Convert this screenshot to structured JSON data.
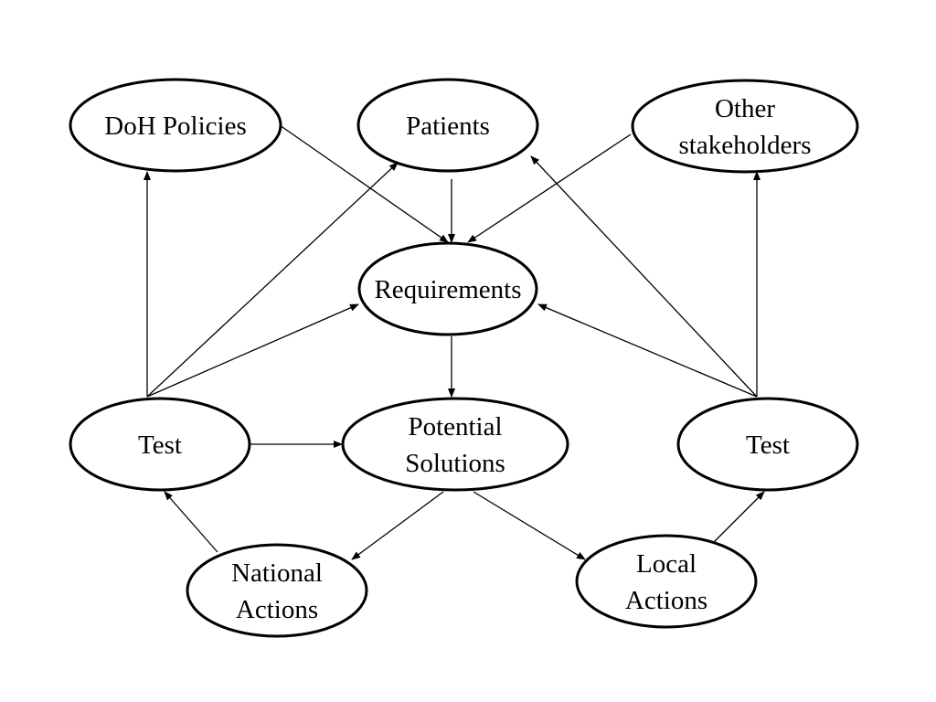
{
  "diagram": {
    "nodes": [
      {
        "id": "doh",
        "lines": [
          "DoH Policies"
        ]
      },
      {
        "id": "patients",
        "lines": [
          "Patients"
        ]
      },
      {
        "id": "other",
        "lines": [
          "Other",
          "stakeholders"
        ]
      },
      {
        "id": "requirements",
        "lines": [
          "Requirements"
        ]
      },
      {
        "id": "test_left",
        "lines": [
          "Test"
        ]
      },
      {
        "id": "solutions",
        "lines": [
          "Potential",
          "Solutions"
        ]
      },
      {
        "id": "test_right",
        "lines": [
          "Test"
        ]
      },
      {
        "id": "national",
        "lines": [
          "National",
          "Actions"
        ]
      },
      {
        "id": "local",
        "lines": [
          "Local",
          "Actions"
        ]
      }
    ],
    "edges": [
      {
        "from": "doh",
        "to": "requirements"
      },
      {
        "from": "patients",
        "to": "requirements"
      },
      {
        "from": "other",
        "to": "requirements"
      },
      {
        "from": "requirements",
        "to": "solutions"
      },
      {
        "from": "test_left",
        "to": "doh"
      },
      {
        "from": "test_left",
        "to": "patients"
      },
      {
        "from": "test_left",
        "to": "requirements"
      },
      {
        "from": "test_left",
        "to": "solutions"
      },
      {
        "from": "test_right",
        "to": "other"
      },
      {
        "from": "test_right",
        "to": "patients"
      },
      {
        "from": "test_right",
        "to": "requirements"
      },
      {
        "from": "solutions",
        "to": "national"
      },
      {
        "from": "solutions",
        "to": "local"
      },
      {
        "from": "national",
        "to": "test_left"
      },
      {
        "from": "local",
        "to": "test_right"
      }
    ]
  }
}
